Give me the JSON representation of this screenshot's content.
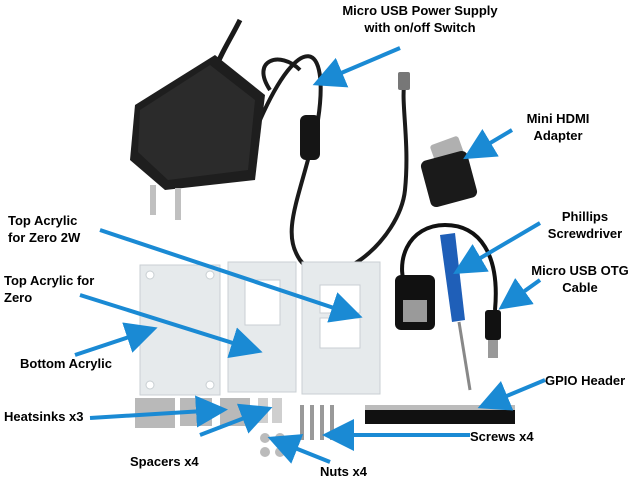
{
  "colors": {
    "arrow": "#1a8ad4",
    "product": "#1a1a1a",
    "acrylic": "#e6eaec",
    "metal": "#b9b9b9",
    "screwdriver": "#1f5fb8"
  },
  "labels": {
    "power_supply": [
      "Micro USB Power Supply",
      "with on/off Switch"
    ],
    "mini_hdmi": [
      "Mini HDMI",
      "Adapter"
    ],
    "top_acrylic_2w": [
      "Top Acrylic",
      "for Zero 2W"
    ],
    "phillips": [
      "Phillips",
      "Screwdriver"
    ],
    "top_acrylic_zero": [
      "Top Acrylic for",
      "Zero"
    ],
    "otg_cable": [
      "Micro USB OTG",
      "Cable"
    ],
    "bottom_acrylic": [
      "Bottom Acrylic"
    ],
    "gpio_header": [
      "GPIO Header"
    ],
    "heatsinks": [
      "Heatsinks x3"
    ],
    "spacers": [
      "Spacers x4"
    ],
    "nuts": [
      "Nuts x4"
    ],
    "screws": [
      "Screws x4"
    ]
  }
}
